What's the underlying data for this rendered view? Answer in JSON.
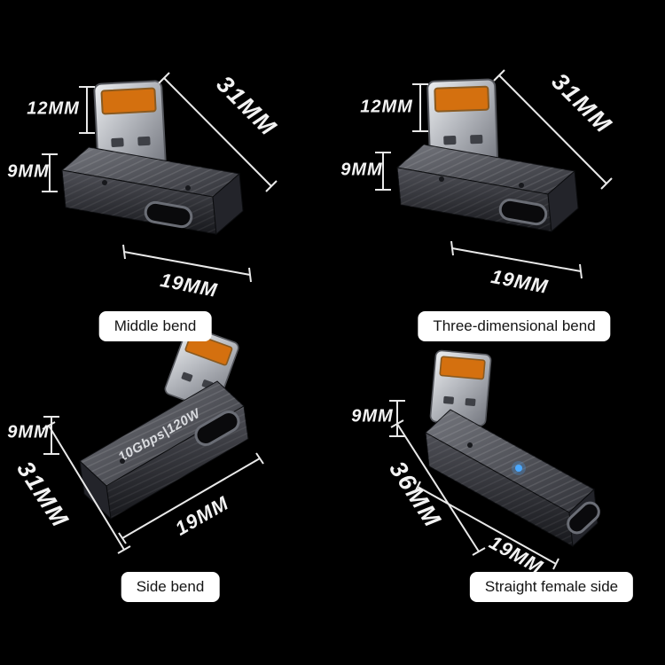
{
  "page": {
    "background_color": "#000000"
  },
  "products": [
    {
      "id": "middle-bend",
      "label": "Middle bend",
      "dimensions": {
        "plug_height": "12MM",
        "body_height": "9MM",
        "length": "31MM",
        "width": "19MM"
      }
    },
    {
      "id": "three-dimensional-bend",
      "label": "Three-dimensional bend",
      "dimensions": {
        "plug_height": "12MM",
        "body_height": "9MM",
        "length": "31MM",
        "width": "19MM"
      }
    },
    {
      "id": "side-bend",
      "label": "Side bend",
      "body_text": "10Gbps|120W",
      "dimensions": {
        "body_height": "9MM",
        "length": "31MM",
        "width": "19MM"
      }
    },
    {
      "id": "straight-female-side",
      "label": "Straight female side",
      "dimensions": {
        "body_height": "9MM",
        "length": "36MM",
        "width": "19MM"
      }
    }
  ],
  "colors": {
    "background": "#000000",
    "dimension_text": "#f3f3f3",
    "measure_line": "#e9e9e9",
    "label_pill_bg": "#ffffff",
    "label_pill_text": "#141414",
    "usb_tongue_orange": "#d4700f",
    "adapter_body_dark": "#3a3b41",
    "led_indicator_blue": "#4aa8ff"
  }
}
